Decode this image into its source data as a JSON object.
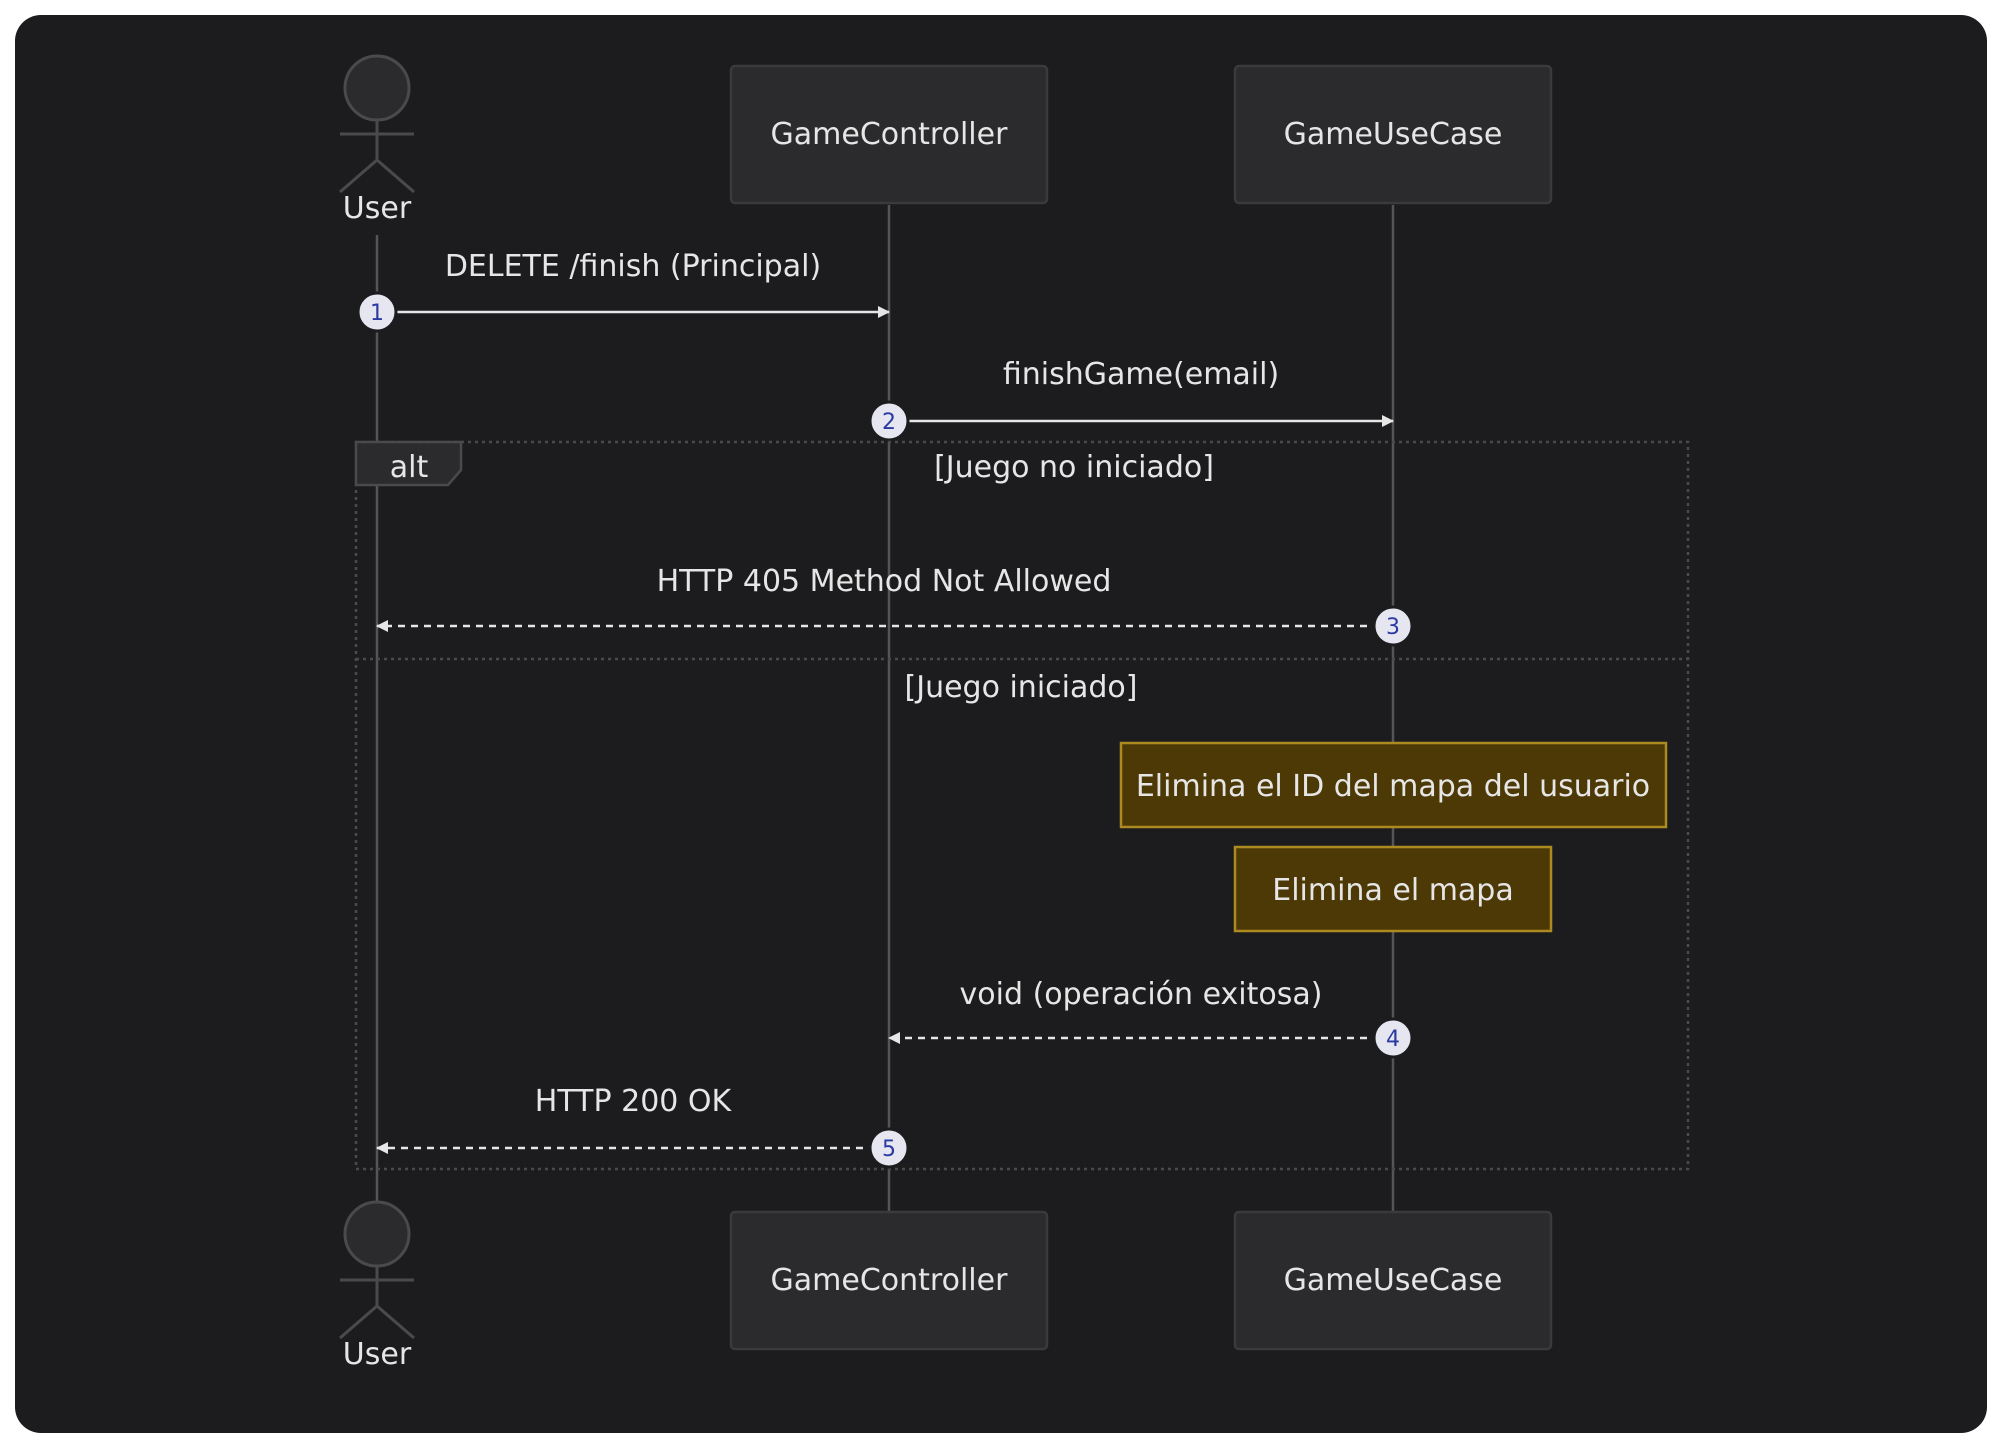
{
  "participants": {
    "user": "User",
    "controller": "GameController",
    "usecase": "GameUseCase"
  },
  "messages": [
    {
      "number": "1",
      "text": "DELETE /finish (Principal)"
    },
    {
      "number": "2",
      "text": "finishGame(email)"
    },
    {
      "number": "3",
      "text": "HTTP 405 Method Not Allowed"
    },
    {
      "number": "4",
      "text": "void (operación exitosa)"
    },
    {
      "number": "5",
      "text": "HTTP 200 OK"
    }
  ],
  "alt_block": {
    "keyword": "alt",
    "condition_1": "[Juego no iniciado]",
    "condition_2": "[Juego iniciado]"
  },
  "notes": [
    "Elimina el ID del mapa del usuario",
    "Elimina el mapa"
  ],
  "colors": {
    "background": "#1c1c1e",
    "note_fill": "#4d3905",
    "note_border": "#ad8a20",
    "text": "#e6e6e6"
  }
}
